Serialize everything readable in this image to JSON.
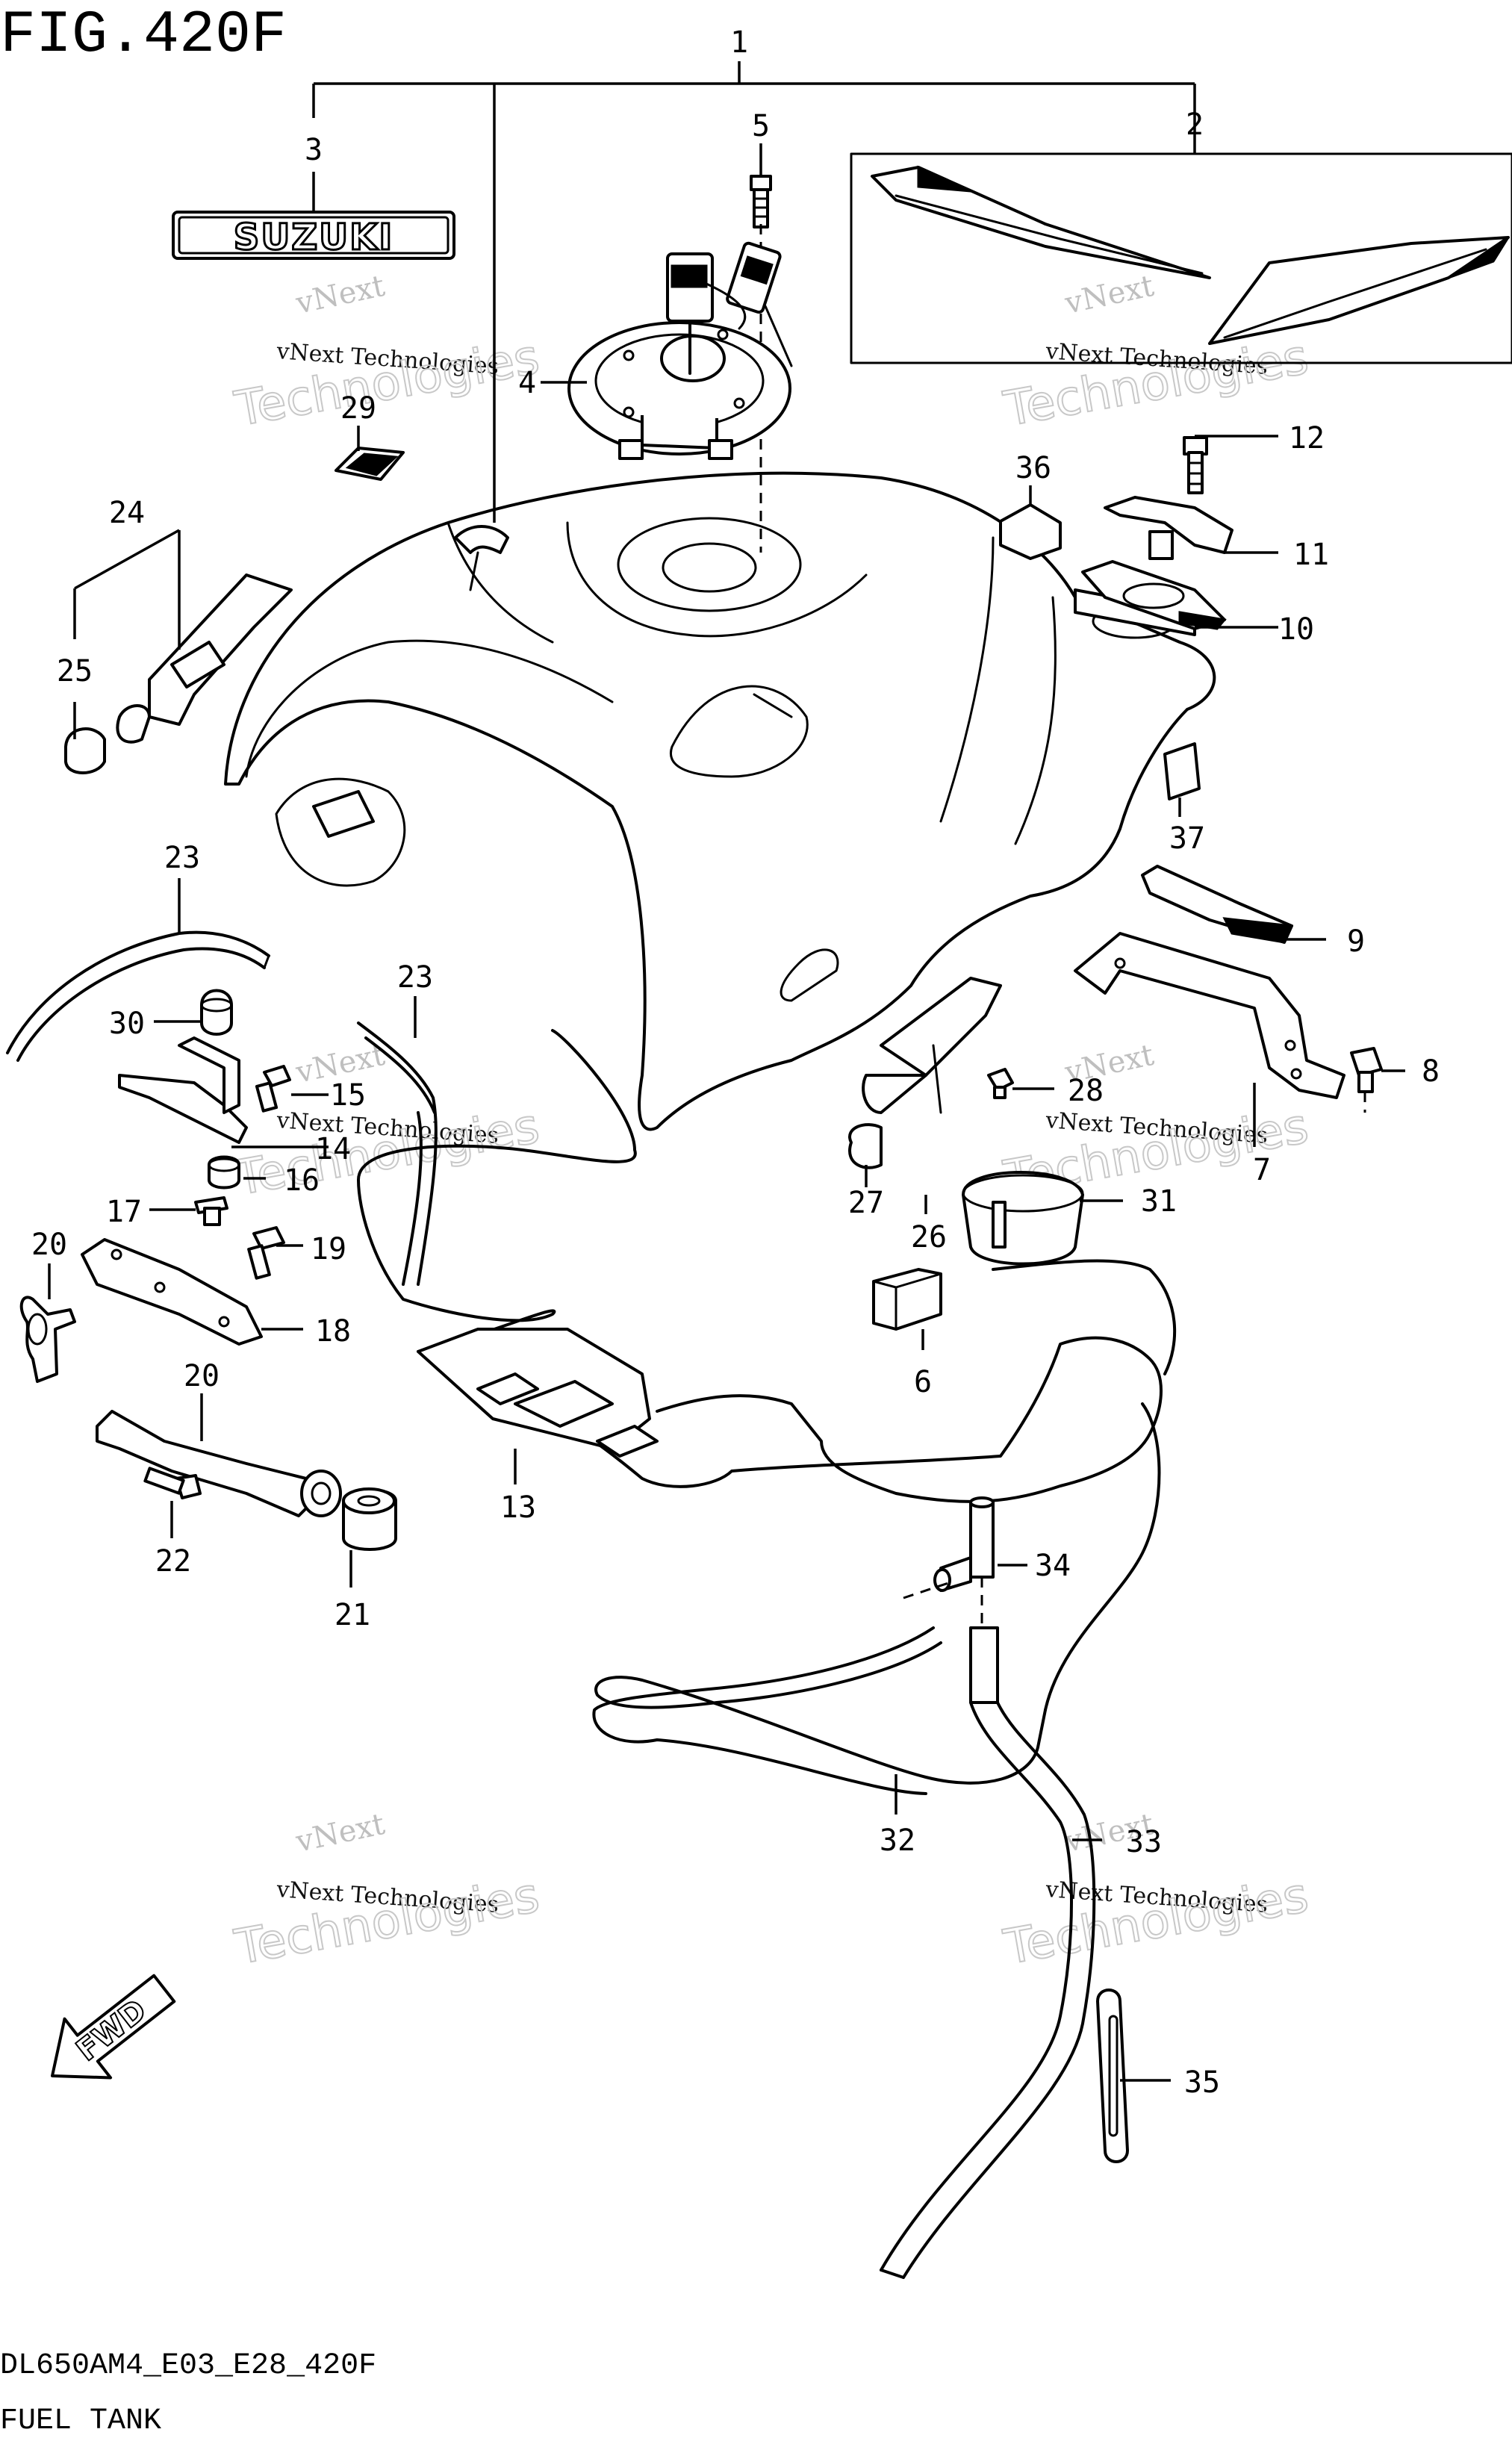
{
  "figure": {
    "title": "FIG.420F",
    "model_code": "DL650AM4_E03_E28_420F",
    "caption": "FUEL TANK",
    "emblem_text": "SUZUKI",
    "direction_label": "FWD"
  },
  "watermarks": [
    {
      "line1": "vNext",
      "line2": "vNext Technologies",
      "line3": "Technologies"
    },
    {
      "line1": "vNext",
      "line2": "vNext Technologies",
      "line3": "Technologies"
    },
    {
      "line1": "vNext",
      "line2": "vNext Technologies",
      "line3": "Technologies"
    },
    {
      "line1": "vNext",
      "line2": "vNext Technologies",
      "line3": "Technologies"
    },
    {
      "line1": "vNext",
      "line2": "vNext Technologies",
      "line3": "Technologies"
    },
    {
      "line1": "vNext",
      "line2": "vNext Technologies",
      "line3": "Technologies"
    }
  ],
  "callouts": [
    "1",
    "2",
    "3",
    "4",
    "5",
    "6",
    "7",
    "8",
    "9",
    "10",
    "11",
    "12",
    "13",
    "14",
    "15",
    "16",
    "17",
    "18",
    "19",
    "20",
    "20",
    "21",
    "22",
    "23",
    "23",
    "24",
    "25",
    "26",
    "27",
    "28",
    "29",
    "30",
    "31",
    "32",
    "33",
    "34",
    "35",
    "36",
    "37"
  ]
}
